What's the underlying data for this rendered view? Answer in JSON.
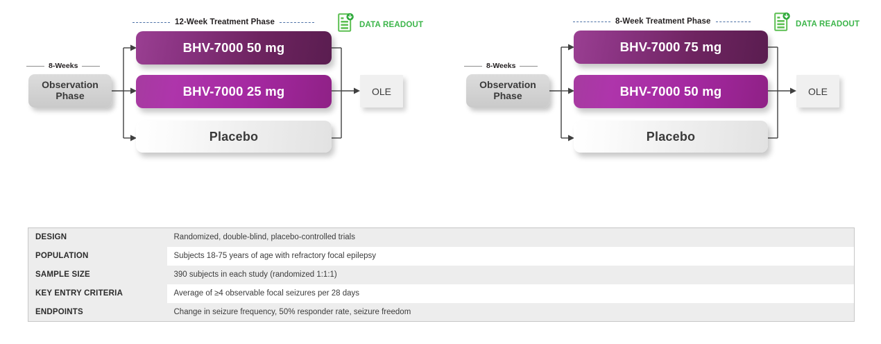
{
  "studies": [
    {
      "id": "study-1",
      "phase_label": "12-Week Treatment Phase",
      "weeks_label": "8-Weeks",
      "observation_line1": "Observation",
      "observation_line2": "Phase",
      "arms": [
        {
          "label": "BHV-7000 50 mg",
          "style": "dark"
        },
        {
          "label": "BHV-7000 25 mg",
          "style": "mid"
        },
        {
          "label": "Placebo",
          "style": "placebo"
        }
      ],
      "ole_label": "OLE",
      "readout_label": "DATA READOUT"
    },
    {
      "id": "study-2",
      "phase_label": "8-Week Treatment Phase",
      "weeks_label": "8-Weeks",
      "observation_line1": "Observation",
      "observation_line2": "Phase",
      "arms": [
        {
          "label": "BHV-7000 75 mg",
          "style": "dark"
        },
        {
          "label": "BHV-7000 50 mg",
          "style": "mid"
        },
        {
          "label": "Placebo",
          "style": "placebo"
        }
      ],
      "ole_label": "OLE",
      "readout_label": "DATA READOUT"
    }
  ],
  "summary_table": {
    "rows": [
      {
        "label": "DESIGN",
        "value": "Randomized, double-blind, placebo-controlled trials"
      },
      {
        "label": "POPULATION",
        "value": "Subjects 18-75 years of age with refractory focal epilepsy"
      },
      {
        "label": "SAMPLE SIZE",
        "value": "390 subjects in each study (randomized 1:1:1)"
      },
      {
        "label": "KEY ENTRY CRITERIA",
        "value": "Average of ≥4 observable focal seizures per 28 days"
      },
      {
        "label": "ENDPOINTS",
        "value": "Change in seizure frequency, 50% responder rate, seizure freedom"
      }
    ]
  },
  "colors": {
    "arm_dark_purple": "#5a1d50",
    "arm_mid_purple": "#a428a0",
    "readout_green": "#3cb54a",
    "dash_blue": "#4a6fa5",
    "box_gray": "#d2d2d2",
    "table_row_gray": "#ededed"
  },
  "icons": {
    "readout": "document-download-icon"
  }
}
